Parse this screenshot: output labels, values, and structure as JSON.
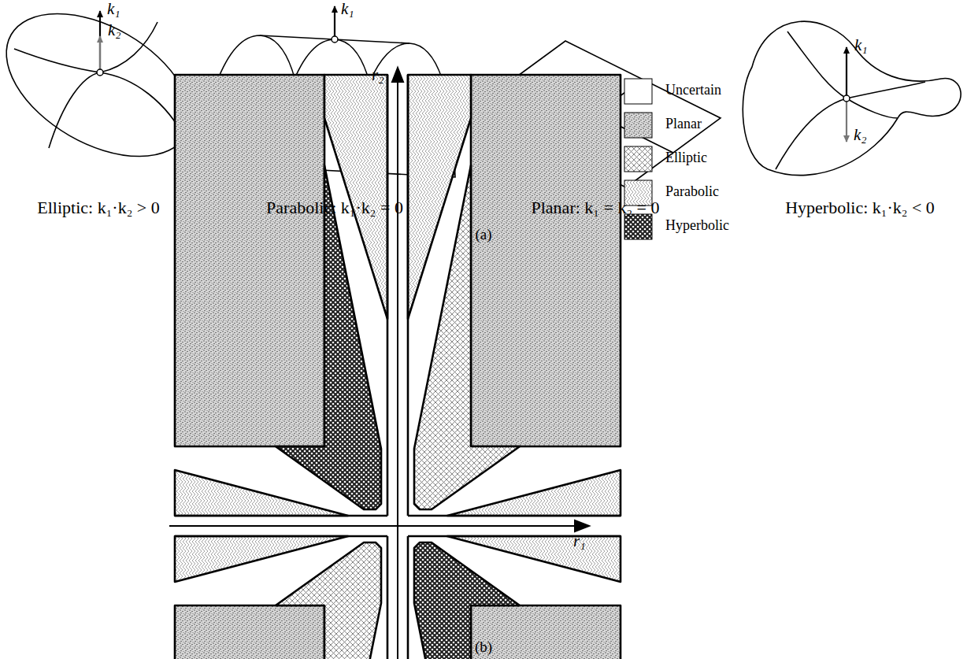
{
  "diagram": {
    "labels": [
      "k₁",
      "k₂",
      "Elliptic: k₁·k₂ > 0",
      "k₁",
      "Parabolic: k₁·k₂ = 0",
      "Planar: k₁ = k₂ = 0",
      "k₁",
      "k₂",
      "Hyperbolic: k₁·k₂ < 0",
      "(a)",
      "r₂",
      "r₁",
      "(b)"
    ],
    "legend": [
      {
        "text": "Uncertain"
      },
      {
        "text": "Planar"
      },
      {
        "text": "Elliptic"
      },
      {
        "text": "Parabolic"
      },
      {
        "text": "Hyperbolic"
      }
    ]
  }
}
